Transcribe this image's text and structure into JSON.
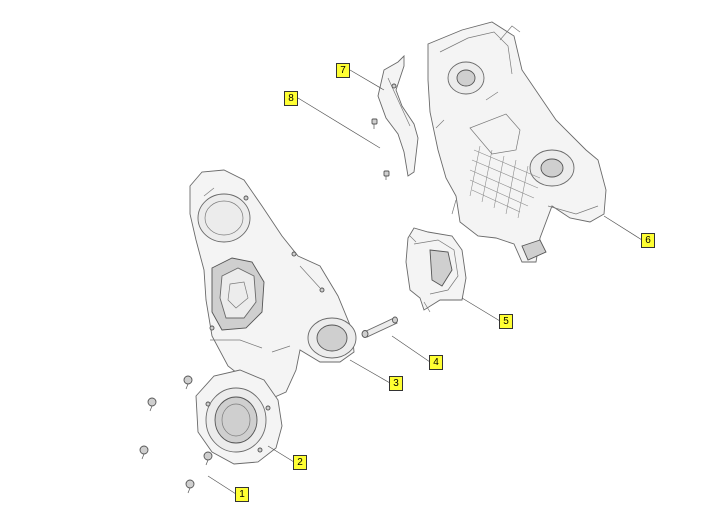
{
  "callouts": [
    {
      "id": "1",
      "label": "1"
    },
    {
      "id": "2",
      "label": "2"
    },
    {
      "id": "3",
      "label": "3"
    },
    {
      "id": "4",
      "label": "4"
    },
    {
      "id": "5",
      "label": "5"
    },
    {
      "id": "6",
      "label": "6"
    },
    {
      "id": "7",
      "label": "7"
    },
    {
      "id": "8",
      "label": "8"
    }
  ],
  "colors": {
    "callout_fill": "#ffff33",
    "callout_border": "#333333",
    "line": "#555555"
  }
}
